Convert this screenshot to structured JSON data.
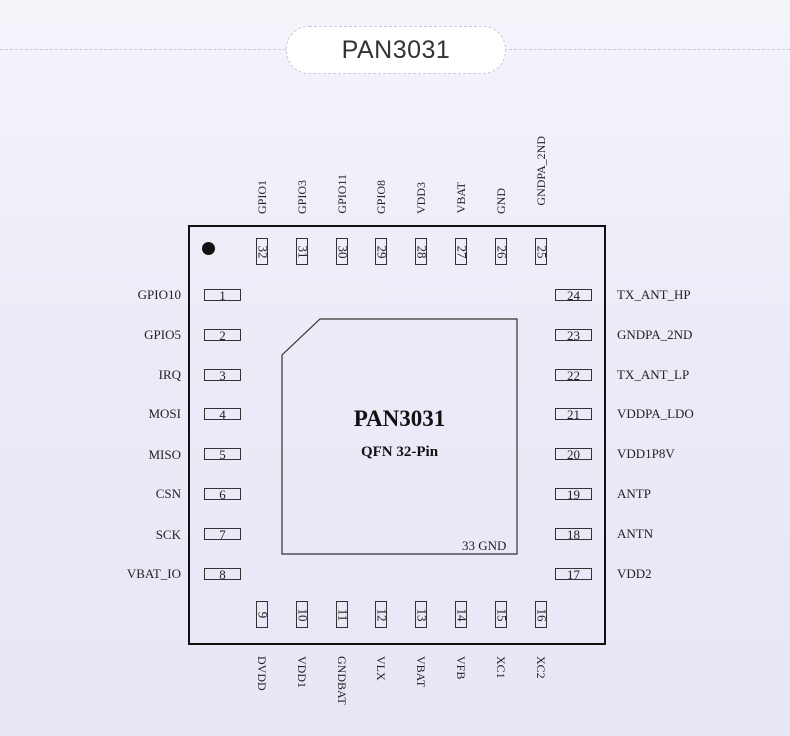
{
  "header": {
    "title": "PAN3031"
  },
  "chip": {
    "name": "PAN3031",
    "package": "QFN 32-Pin",
    "exposed_pad_label": "33 GND"
  },
  "pins_left": [
    {
      "num": "1",
      "name": "GPIO10"
    },
    {
      "num": "2",
      "name": "GPIO5"
    },
    {
      "num": "3",
      "name": "IRQ"
    },
    {
      "num": "4",
      "name": "MOSI"
    },
    {
      "num": "5",
      "name": "MISO"
    },
    {
      "num": "6",
      "name": "CSN"
    },
    {
      "num": "7",
      "name": "SCK"
    },
    {
      "num": "8",
      "name": "VBAT_IO"
    }
  ],
  "pins_bottom": [
    {
      "num": "9",
      "name": "DVDD"
    },
    {
      "num": "10",
      "name": "VDD1"
    },
    {
      "num": "11",
      "name": "GNDBAT"
    },
    {
      "num": "12",
      "name": "VLX"
    },
    {
      "num": "13",
      "name": "VBAT"
    },
    {
      "num": "14",
      "name": "VFB"
    },
    {
      "num": "15",
      "name": "XC1"
    },
    {
      "num": "16",
      "name": "XC2"
    }
  ],
  "pins_right": [
    {
      "num": "17",
      "name": "VDD2"
    },
    {
      "num": "18",
      "name": "ANTN"
    },
    {
      "num": "19",
      "name": "ANTP"
    },
    {
      "num": "20",
      "name": "VDD1P8V"
    },
    {
      "num": "21",
      "name": "VDDPA_LDO"
    },
    {
      "num": "22",
      "name": "TX_ANT_LP"
    },
    {
      "num": "23",
      "name": "GNDPA_2ND"
    },
    {
      "num": "24",
      "name": "TX_ANT_HP"
    }
  ],
  "pins_top": [
    {
      "num": "25",
      "name": "GNDPA_2ND"
    },
    {
      "num": "26",
      "name": "GND"
    },
    {
      "num": "27",
      "name": "VBAT"
    },
    {
      "num": "28",
      "name": "VDD3"
    },
    {
      "num": "29",
      "name": "GPIO8"
    },
    {
      "num": "30",
      "name": "GPIO11"
    },
    {
      "num": "31",
      "name": "GPIO3"
    },
    {
      "num": "32",
      "name": "GPIO1"
    }
  ]
}
